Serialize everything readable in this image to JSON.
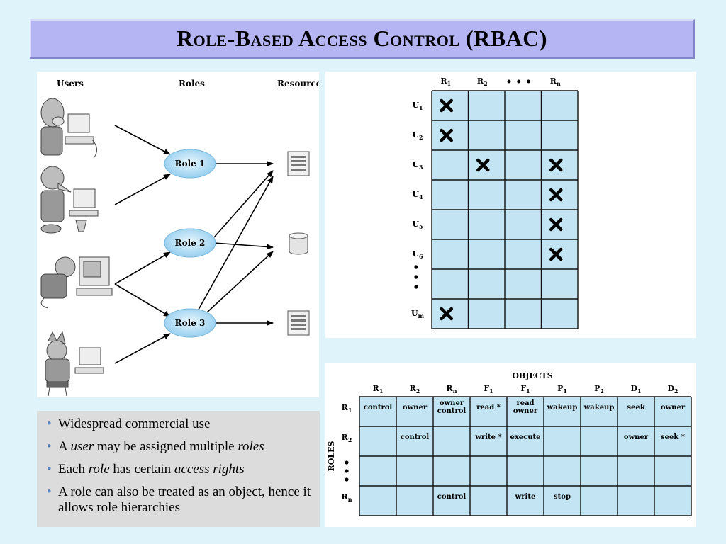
{
  "title": "Role-Based Access Control (RBAC)",
  "left_diagram": {
    "headers": {
      "users": "Users",
      "roles": "Roles",
      "resources": "Resources"
    },
    "roles": [
      "Role 1",
      "Role 2",
      "Role 3"
    ]
  },
  "user_role_matrix": {
    "columns": [
      {
        "base": "R",
        "sub": "1"
      },
      {
        "base": "R",
        "sub": "2"
      },
      {
        "base": "• • •",
        "sub": ""
      },
      {
        "base": "R",
        "sub": "n"
      }
    ],
    "rows": [
      {
        "base": "U",
        "sub": "1"
      },
      {
        "base": "U",
        "sub": "2"
      },
      {
        "base": "U",
        "sub": "3"
      },
      {
        "base": "U",
        "sub": "4"
      },
      {
        "base": "U",
        "sub": "5"
      },
      {
        "base": "U",
        "sub": "6"
      },
      {
        "base": "",
        "sub": ""
      },
      {
        "base": "U",
        "sub": "m"
      }
    ],
    "marks": [
      [
        0,
        0
      ],
      [
        1,
        0
      ],
      [
        2,
        1
      ],
      [
        2,
        3
      ],
      [
        3,
        3
      ],
      [
        4,
        3
      ],
      [
        5,
        3
      ],
      [
        7,
        0
      ]
    ]
  },
  "access_matrix": {
    "objects_label": "OBJECTS",
    "roles_label": "ROLES",
    "columns": [
      {
        "base": "R",
        "sub": "1"
      },
      {
        "base": "R",
        "sub": "2"
      },
      {
        "base": "R",
        "sub": "n"
      },
      {
        "base": "F",
        "sub": "1"
      },
      {
        "base": "F",
        "sub": "1"
      },
      {
        "base": "P",
        "sub": "1"
      },
      {
        "base": "P",
        "sub": "2"
      },
      {
        "base": "D",
        "sub": "1"
      },
      {
        "base": "D",
        "sub": "2"
      }
    ],
    "rows": [
      {
        "label": {
          "base": "R",
          "sub": "1"
        },
        "cells": [
          "control",
          "owner",
          "owner\ncontrol",
          "read *",
          "read\nowner",
          "wakeup",
          "wakeup",
          "seek",
          "owner"
        ]
      },
      {
        "label": {
          "base": "R",
          "sub": "2"
        },
        "cells": [
          "",
          "control",
          "",
          "write *",
          "execute",
          "",
          "",
          "owner",
          "seek *"
        ]
      },
      {
        "label": {
          "base": "",
          "sub": ""
        },
        "cells": [
          "",
          "",
          "",
          "",
          "",
          "",
          "",
          "",
          ""
        ]
      },
      {
        "label": {
          "base": "R",
          "sub": "n"
        },
        "cells": [
          "",
          "",
          "control",
          "",
          "write",
          "stop",
          "",
          "",
          ""
        ]
      }
    ]
  },
  "bullets": [
    [
      {
        "t": "Widespread commercial use"
      }
    ],
    [
      {
        "t": "A "
      },
      {
        "t": "user",
        "i": true
      },
      {
        "t": " may be assigned multiple "
      },
      {
        "t": "roles",
        "i": true
      }
    ],
    [
      {
        "t": "Each "
      },
      {
        "t": "role",
        "i": true
      },
      {
        "t": " has certain "
      },
      {
        "t": "access rights",
        "i": true
      }
    ],
    [
      {
        "t": "A role can also be treated as an object, hence it allows role hierarchies"
      }
    ]
  ],
  "colors": {
    "background": "#dff3fb",
    "title_bar": "#b4b5f2",
    "role_ellipse": "#a9d8f3",
    "matrix_cell": "#c3e4f3",
    "bullet_panel": "#dcdcdc"
  }
}
